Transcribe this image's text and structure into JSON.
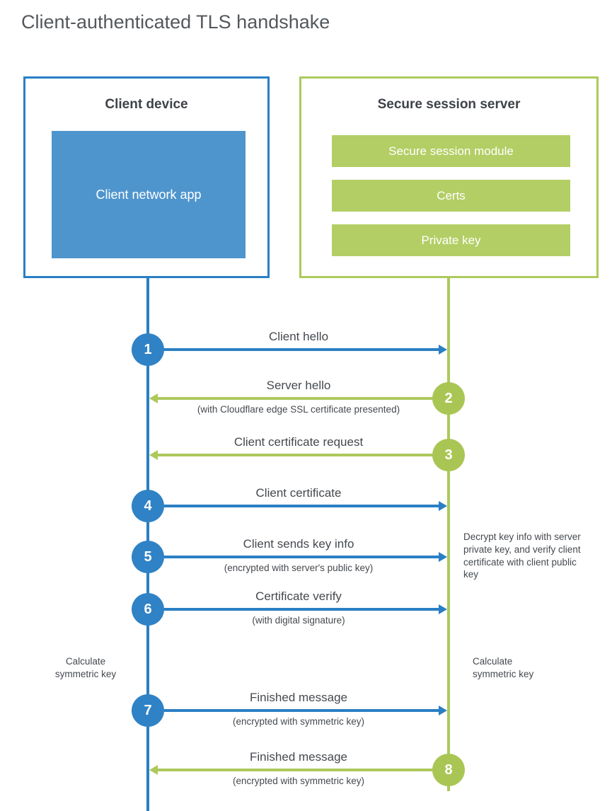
{
  "title": "Client-authenticated TLS handshake",
  "colors": {
    "blue_line": "#2a7fc4",
    "blue_fill": "#4e95ce",
    "green_line": "#adc95c",
    "green_fill": "#b3ce65",
    "text": "#45494e",
    "white": "#ffffff"
  },
  "client": {
    "title": "Client device",
    "app_label": "Client network app"
  },
  "server": {
    "title": "Secure session server",
    "modules": [
      "Secure session module",
      "Certs",
      "Private key"
    ]
  },
  "messages": [
    {
      "step": "1",
      "label": "Client hello",
      "subtitle": "",
      "direction": "right",
      "actor": "client"
    },
    {
      "step": "2",
      "label": "Server hello",
      "subtitle": "(with Cloudflare edge SSL certificate presented)",
      "direction": "left",
      "actor": "server"
    },
    {
      "step": "3",
      "label": "Client certificate request",
      "subtitle": "",
      "direction": "left",
      "actor": "server"
    },
    {
      "step": "4",
      "label": "Client certificate",
      "subtitle": "",
      "direction": "right",
      "actor": "client"
    },
    {
      "step": "5",
      "label": "Client sends key info",
      "subtitle": "(encrypted with server's public key)",
      "direction": "right",
      "actor": "client"
    },
    {
      "step": "6",
      "label": "Certificate verify",
      "subtitle": "(with digital signature)",
      "direction": "right",
      "actor": "client"
    },
    {
      "step": "7",
      "label": "Finished message",
      "subtitle": "(encrypted with symmetric key)",
      "direction": "right",
      "actor": "client"
    },
    {
      "step": "8",
      "label": "Finished message",
      "subtitle": "(encrypted with symmetric key)",
      "direction": "left",
      "actor": "server"
    }
  ],
  "notes": {
    "decrypt": "Decrypt key info with server private key, and verify client certificate with client public key",
    "calc_left": "Calculate symmetric key",
    "calc_right": "Calculate symmetric key"
  }
}
